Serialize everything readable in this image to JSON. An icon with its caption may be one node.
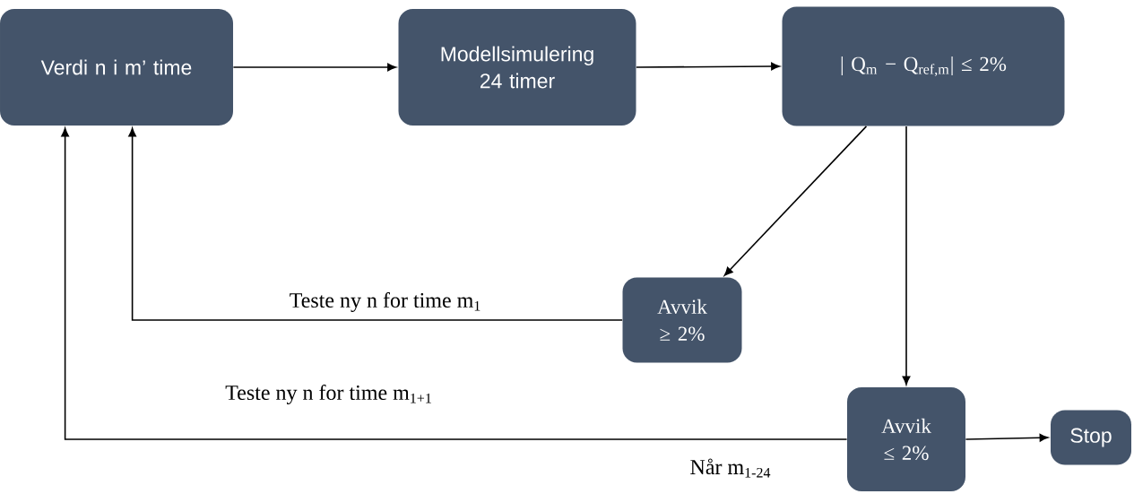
{
  "diagram": {
    "nodes": [
      {
        "text": [
          "Verdi n i m’ time"
        ]
      },
      {
        "text": [
          "Modellsimulering 24 timer"
        ]
      },
      {
        "text": [
          "| Q$_{m}$ − Q$_{ref,m}$| ≤ 2%"
        ]
      },
      {
        "text": [
          "Avvik ≥ 2%"
        ]
      },
      {
        "text": [
          "Avvik ≤ 2%"
        ]
      },
      {
        "text": [
          "Stop"
        ]
      }
    ],
    "edges": [
      {
        "from": 0,
        "to": 1,
        "arrow": "to"
      },
      {
        "from": 1,
        "to": 2,
        "arrow": "to"
      },
      {
        "from": 2,
        "to": 3,
        "arrow": "to"
      },
      {
        "from": 2,
        "to": 4,
        "arrow": "to"
      },
      {
        "from": 3,
        "to": 0,
        "arrow": "to",
        "label": "Teste ny n for time m$_{1}$"
      },
      {
        "from": 4,
        "to": 0,
        "arrow": "to",
        "label": "Teste ny n for time m$_{1+1}$"
      },
      {
        "from": 4,
        "to": 5,
        "arrow": "to"
      }
    ],
    "labels": [
      "Når m$_{1-24}$"
    ]
  }
}
